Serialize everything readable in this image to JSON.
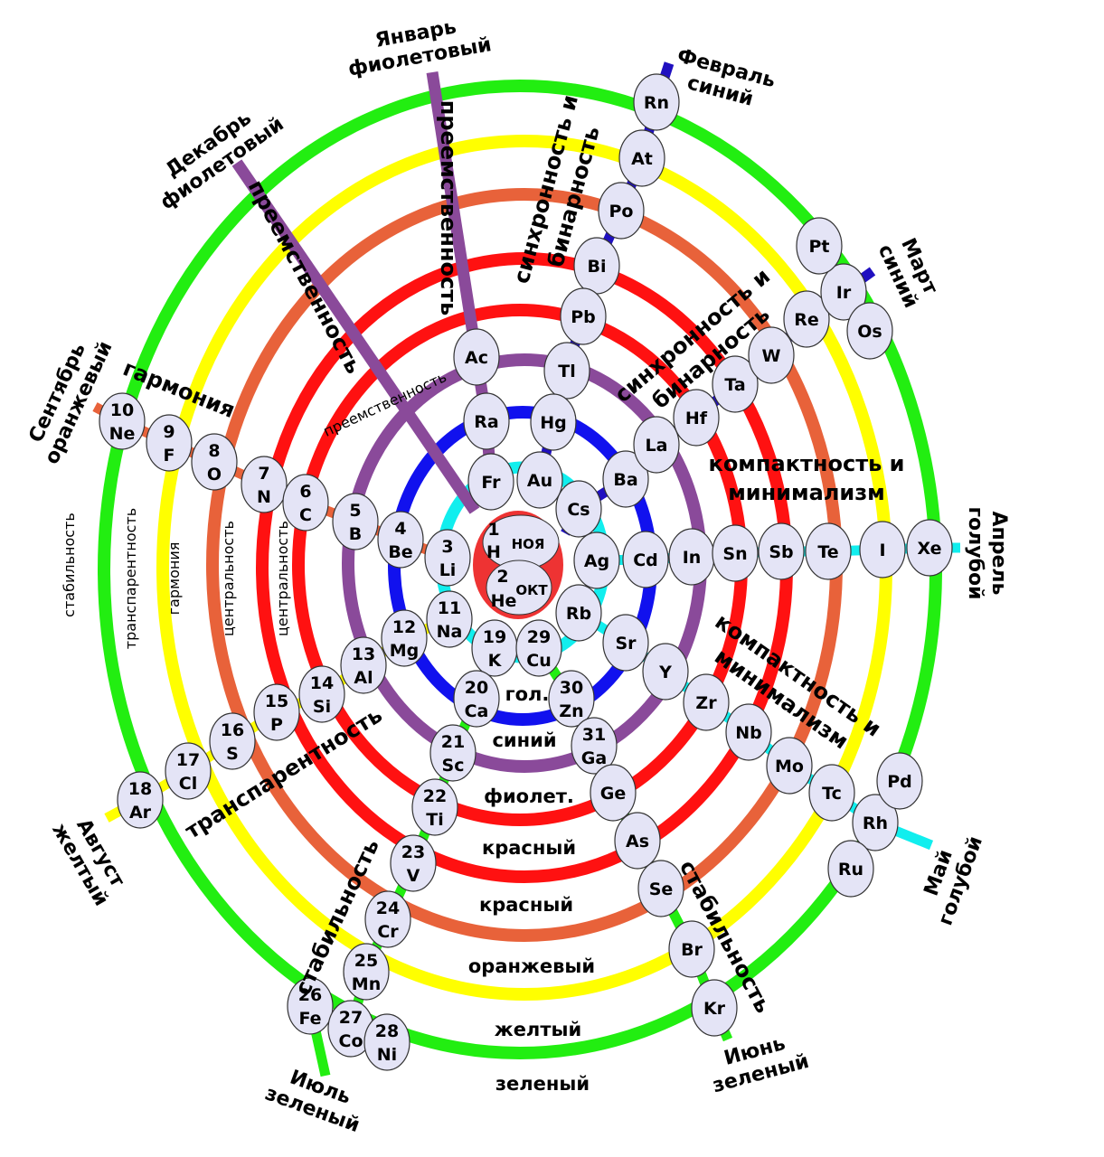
{
  "colors": {
    "green": "#22ee11",
    "yellow": "#ffff00",
    "orange": "#e8623a",
    "red": "#ff1111",
    "purple": "#8a4a9a",
    "blue": "#1111ee",
    "cyan": "#11eeee",
    "darkblue": "#2010c0",
    "node_fill": "#e4e4f6",
    "center": "#ee3333"
  },
  "center": {
    "h": {
      "number": "1",
      "symbol": "H",
      "month": "НОЯ"
    },
    "he": {
      "number": "2",
      "symbol": "He",
      "month": "ОКТ"
    }
  },
  "ring_labels": [
    "гол.",
    "синий",
    "фиолет.",
    "красный",
    "красный",
    "оранжевый",
    "желтый",
    "зеленый"
  ],
  "nodes": [
    {
      "n": "",
      "s": "Rn"
    },
    {
      "n": "",
      "s": "At"
    },
    {
      "n": "",
      "s": "Po"
    },
    {
      "n": "",
      "s": "Bi"
    },
    {
      "n": "",
      "s": "Pb"
    },
    {
      "n": "",
      "s": "Tl"
    },
    {
      "n": "",
      "s": "Ac"
    },
    {
      "n": "",
      "s": "Ra"
    },
    {
      "n": "",
      "s": "Hg"
    },
    {
      "n": "",
      "s": "Fr"
    },
    {
      "n": "",
      "s": "Au"
    },
    {
      "n": "",
      "s": "Cs"
    },
    {
      "n": "",
      "s": "Ba"
    },
    {
      "n": "",
      "s": "La"
    },
    {
      "n": "",
      "s": "Hf"
    },
    {
      "n": "",
      "s": "Ta"
    },
    {
      "n": "",
      "s": "W"
    },
    {
      "n": "",
      "s": "Re"
    },
    {
      "n": "",
      "s": "Ir"
    },
    {
      "n": "",
      "s": "Pt"
    },
    {
      "n": "",
      "s": "Os"
    },
    {
      "n": "",
      "s": "Ag"
    },
    {
      "n": "",
      "s": "Cd"
    },
    {
      "n": "",
      "s": "In"
    },
    {
      "n": "",
      "s": "Sn"
    },
    {
      "n": "",
      "s": "Sb"
    },
    {
      "n": "",
      "s": "Te"
    },
    {
      "n": "",
      "s": "I"
    },
    {
      "n": "",
      "s": "Xe"
    },
    {
      "n": "",
      "s": "Rb"
    },
    {
      "n": "",
      "s": "Sr"
    },
    {
      "n": "",
      "s": "Y"
    },
    {
      "n": "",
      "s": "Zr"
    },
    {
      "n": "",
      "s": "Nb"
    },
    {
      "n": "",
      "s": "Mo"
    },
    {
      "n": "",
      "s": "Tc"
    },
    {
      "n": "",
      "s": "Rh"
    },
    {
      "n": "",
      "s": "Pd"
    },
    {
      "n": "",
      "s": "Ru"
    },
    {
      "n": "10",
      "s": "Ne"
    },
    {
      "n": "9",
      "s": "F"
    },
    {
      "n": "8",
      "s": "O"
    },
    {
      "n": "7",
      "s": "N"
    },
    {
      "n": "6",
      "s": "C"
    },
    {
      "n": "5",
      "s": "B"
    },
    {
      "n": "4",
      "s": "Be"
    },
    {
      "n": "3",
      "s": "Li"
    },
    {
      "n": "11",
      "s": "Na"
    },
    {
      "n": "12",
      "s": "Mg"
    },
    {
      "n": "13",
      "s": "Al"
    },
    {
      "n": "14",
      "s": "Si"
    },
    {
      "n": "15",
      "s": "P"
    },
    {
      "n": "16",
      "s": "S"
    },
    {
      "n": "17",
      "s": "Cl"
    },
    {
      "n": "18",
      "s": "Ar"
    },
    {
      "n": "19",
      "s": "K"
    },
    {
      "n": "29",
      "s": "Cu"
    },
    {
      "n": "20",
      "s": "Ca"
    },
    {
      "n": "30",
      "s": "Zn"
    },
    {
      "n": "21",
      "s": "Sc"
    },
    {
      "n": "31",
      "s": "Ga"
    },
    {
      "n": "22",
      "s": "Ti"
    },
    {
      "n": "",
      "s": "Ge"
    },
    {
      "n": "23",
      "s": "V"
    },
    {
      "n": "",
      "s": "As"
    },
    {
      "n": "24",
      "s": "Cr"
    },
    {
      "n": "",
      "s": "Se"
    },
    {
      "n": "25",
      "s": "Mn"
    },
    {
      "n": "",
      "s": "Br"
    },
    {
      "n": "26",
      "s": "Fe"
    },
    {
      "n": "27",
      "s": "Co"
    },
    {
      "n": "28",
      "s": "Ni"
    },
    {
      "n": "",
      "s": "Kr"
    }
  ],
  "months": [
    {
      "line1": "Январь",
      "line2": "фиолетовый"
    },
    {
      "line1": "Февраль",
      "line2": "синий"
    },
    {
      "line1": "Март",
      "line2": "синий"
    },
    {
      "line1": "Апрель",
      "line2": "голубой"
    },
    {
      "line1": "Май",
      "line2": "голубой"
    },
    {
      "line1": "Июнь",
      "line2": "зеленый"
    },
    {
      "line1": "Июль",
      "line2": "зеленый"
    },
    {
      "line1": "Август",
      "line2": "желтый"
    },
    {
      "line1": "Сентябрь",
      "line2": "оранжевый"
    },
    {
      "line1": "Декабрь",
      "line2": "фиолетовый"
    }
  ],
  "annotations": [
    {
      "text": "преемственность"
    },
    {
      "text": "преемственность"
    },
    {
      "text": "преемственность"
    },
    {
      "text": "синхронность и",
      "text2": "бинарность"
    },
    {
      "text": "синхронность и",
      "text2": "бинарность"
    },
    {
      "text": "компактность и",
      "text2": "минимализм"
    },
    {
      "text": "компактность и",
      "text2": "минимализм"
    },
    {
      "text": "гармония"
    },
    {
      "text": "транспарентность"
    },
    {
      "text": "стабильность"
    },
    {
      "text": "стабильность"
    },
    {
      "text": "стабильность"
    },
    {
      "text": "транспарентность"
    },
    {
      "text": "гармония"
    },
    {
      "text": "центральность"
    },
    {
      "text": "центральность"
    }
  ]
}
